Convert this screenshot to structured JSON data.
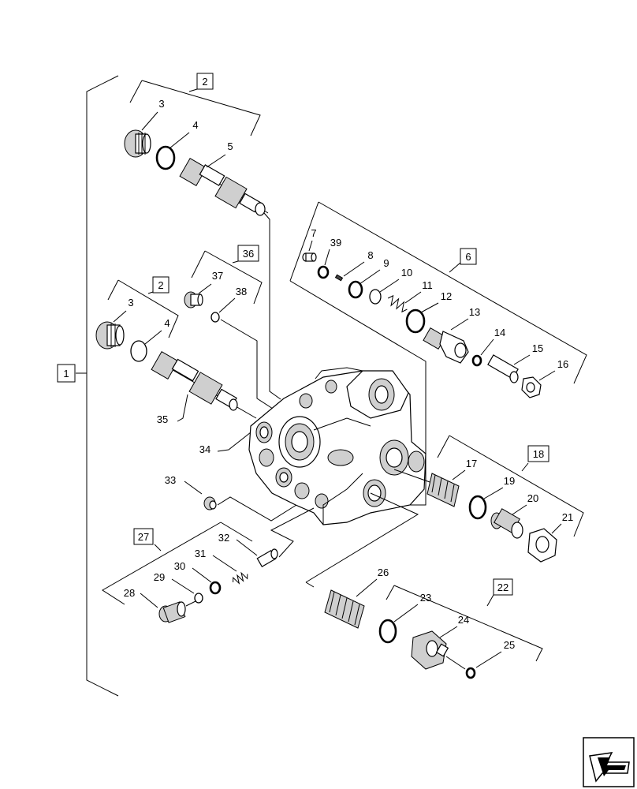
{
  "callouts": {
    "c1": "1",
    "c2a": "2",
    "c2b": "2",
    "c3a": "3",
    "c3b": "3",
    "c4a": "4",
    "c4b": "4",
    "c5": "5",
    "c6": "6",
    "c7": "7",
    "c8": "8",
    "c9": "9",
    "c10": "10",
    "c11": "11",
    "c12": "12",
    "c13": "13",
    "c14": "14",
    "c15": "15",
    "c16": "16",
    "c17": "17",
    "c18": "18",
    "c19": "19",
    "c20": "20",
    "c21": "21",
    "c22": "22",
    "c23": "23",
    "c24": "24",
    "c25": "25",
    "c26": "26",
    "c27": "27",
    "c28": "28",
    "c29": "29",
    "c30": "30",
    "c31": "31",
    "c32": "32",
    "c33": "33",
    "c34": "34",
    "c35": "35",
    "c36": "36",
    "c37": "37",
    "c38": "38",
    "c39": "39"
  },
  "nav_icon": "arrow-left-icon"
}
